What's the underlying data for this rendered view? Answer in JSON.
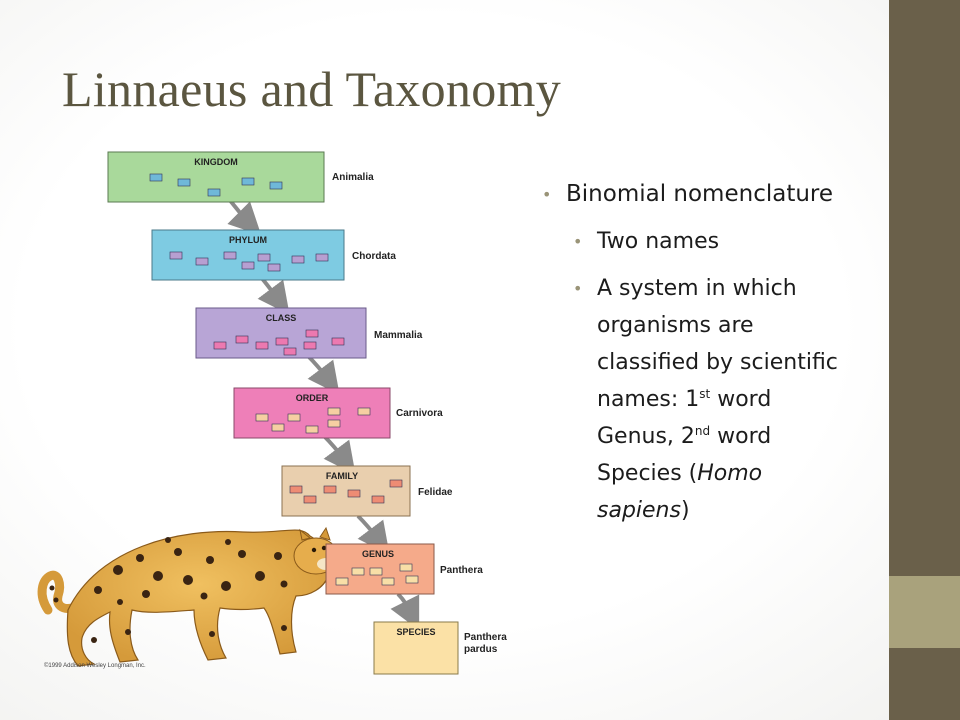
{
  "slide": {
    "title": "Linnaeus and Taxonomy",
    "bullets": {
      "binomial": "Binomial nomenclature",
      "two_names": "Two names",
      "system_prefix": "A system in which organisms are classified by scientific names: 1",
      "sup_first": "st",
      "genus_part": " word Genus, 2",
      "sup_second": "nd",
      "species_part": " word Species (",
      "example_italic": "Homo sapiens",
      "close_paren": ")"
    }
  },
  "diagram": {
    "ranks": [
      {
        "label": "KINGDOM",
        "example": "Animalia",
        "fill": "#a9d99b",
        "chip": "#6fb8d8"
      },
      {
        "label": "PHYLUM",
        "example": "Chordata",
        "fill": "#7ecbe2",
        "chip": "#b79fd1"
      },
      {
        "label": "CLASS",
        "example": "Mammalia",
        "fill": "#b8a5d6",
        "chip": "#ec79b0"
      },
      {
        "label": "ORDER",
        "example": "Carnivora",
        "fill": "#ee7fb8",
        "chip": "#f6cfa2"
      },
      {
        "label": "FAMILY",
        "example": "Felidae",
        "fill": "#e9cfae",
        "chip": "#ee8c74"
      },
      {
        "label": "GENUS",
        "example": "Panthera",
        "fill": "#f5aa8a",
        "chip": "#f8dfa7"
      },
      {
        "label": "SPECIES",
        "example": "Panthera",
        "example2": "pardus",
        "fill": "#fbe1a6"
      }
    ],
    "copyright": "©1999 Addison Wesley Longman, Inc."
  },
  "colors": {
    "title": "#5b5640",
    "band_dark": "#6a604a",
    "band_light": "#a9a27c",
    "bullet": "#9a9478"
  }
}
